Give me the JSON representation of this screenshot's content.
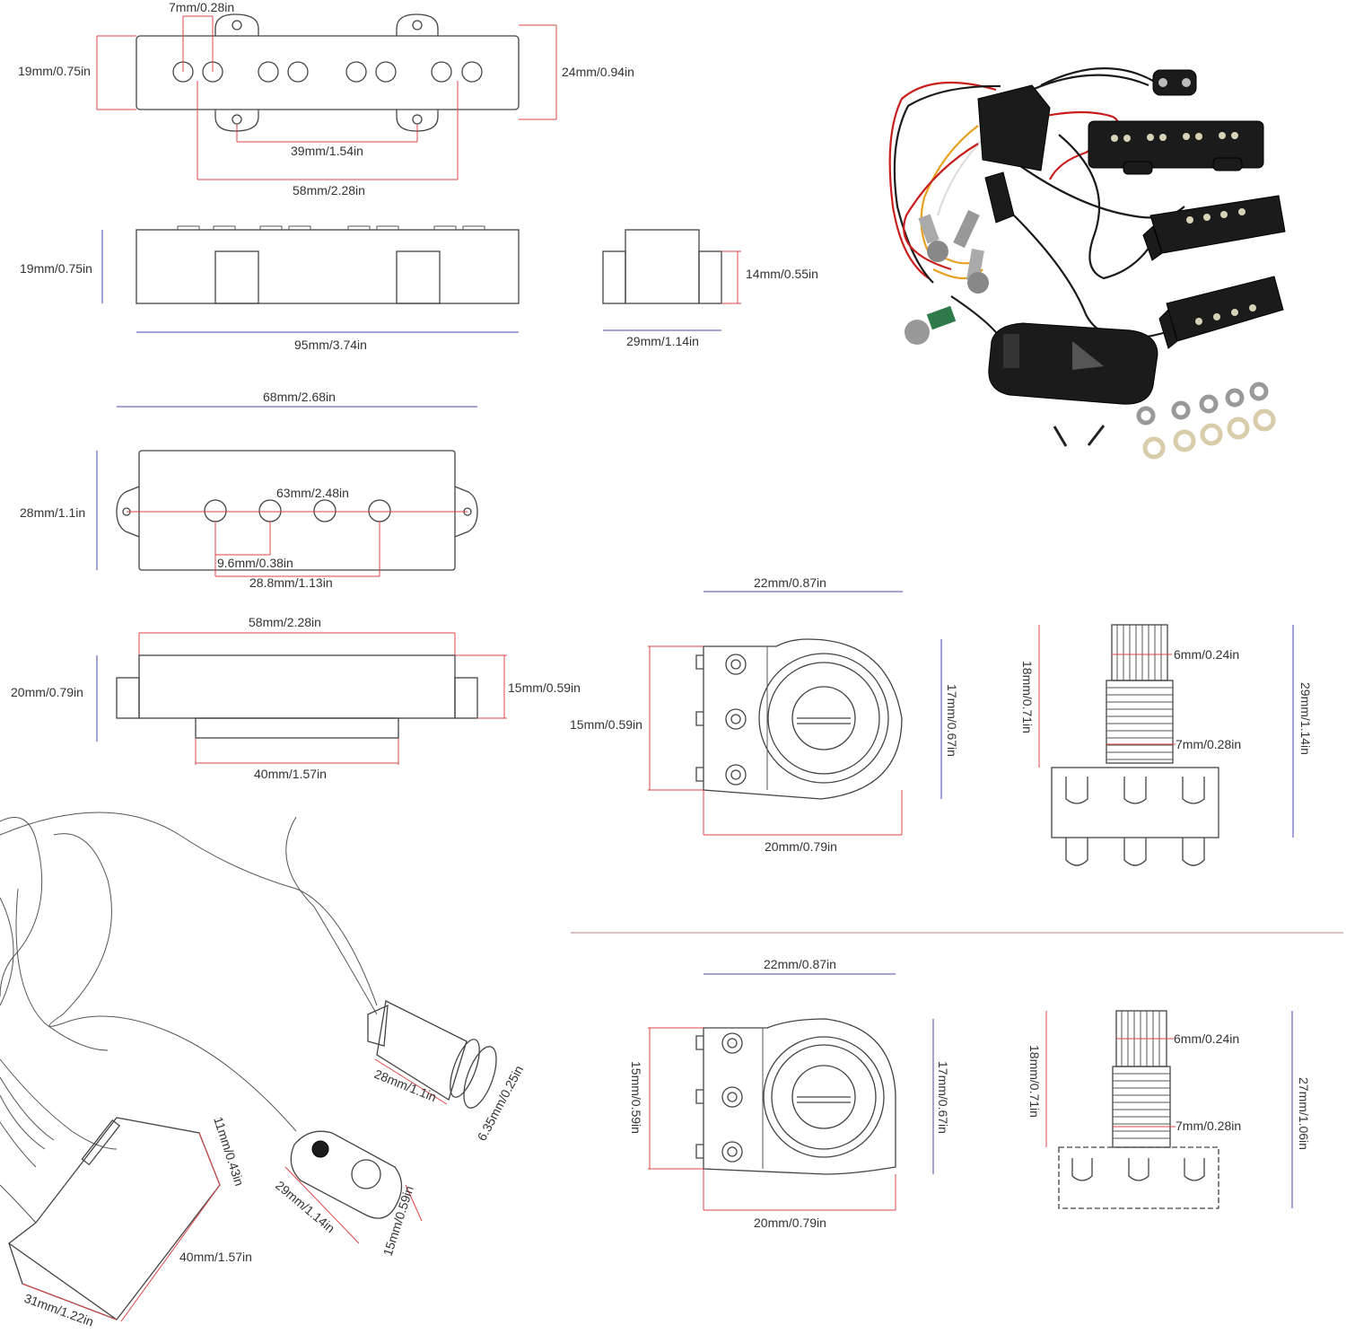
{
  "colors": {
    "dimension_red": "#dd4444",
    "dimension_blue": "#4444aa",
    "outline": "#444444"
  },
  "jazz_pickup": {
    "pole_spacing": "7mm/0.28in",
    "height": "19mm/0.75in",
    "height_with_ears": "24mm/0.94in",
    "mount_hole_spacing": "39mm/1.54in",
    "outer_pole_span": "58mm/2.28in",
    "side_height": "19mm/0.75in",
    "length": "95mm/3.74in",
    "end_height": "14mm/0.55in",
    "end_width": "29mm/1.14in"
  },
  "p_pickup": {
    "overall_length": "68mm/2.68in",
    "height": "28mm/1.1in",
    "mount_span": "63mm/2.48in",
    "pole_spacing": "9.6mm/0.38in",
    "pole_span": "28.8mm/1.13in",
    "body_length": "58mm/2.28in",
    "side_height": "20mm/0.79in",
    "body_height": "15mm/0.59in",
    "base_length": "40mm/1.57in"
  },
  "pot_a": {
    "width": "22mm/0.87in",
    "lug_height": "15mm/0.59in",
    "body_height": "17mm/0.67in",
    "body_width": "20mm/0.79in",
    "shaft_length": "18mm/0.71in",
    "shaft_dia": "6mm/0.24in",
    "thread_dia": "7mm/0.28in",
    "total_height": "29mm/1.14in"
  },
  "pot_b": {
    "width": "22mm/0.87in",
    "lug_height": "15mm/0.59in",
    "body_height": "17mm/0.67in",
    "body_width": "20mm/0.79in",
    "shaft_length": "18mm/0.71in",
    "shaft_dia": "6mm/0.24in",
    "thread_dia": "7mm/0.28in",
    "total_height": "27mm/1.06in"
  },
  "jack": {
    "length": "28mm/1.1in",
    "dia": "6.35mm/0.25in"
  },
  "battery_clip": {
    "length": "29mm/1.14in",
    "width": "15mm/0.59in"
  },
  "preamp_box": {
    "thickness": "11mm/0.43in",
    "length": "40mm/1.57in",
    "width": "31mm/1.22in"
  },
  "photo_icons": [
    "preamp-module-icon",
    "battery-box-icon",
    "jazz-pickup-icon",
    "p-pickup-icon",
    "potentiometer-icon",
    "washer-icon",
    "screw-icon"
  ]
}
